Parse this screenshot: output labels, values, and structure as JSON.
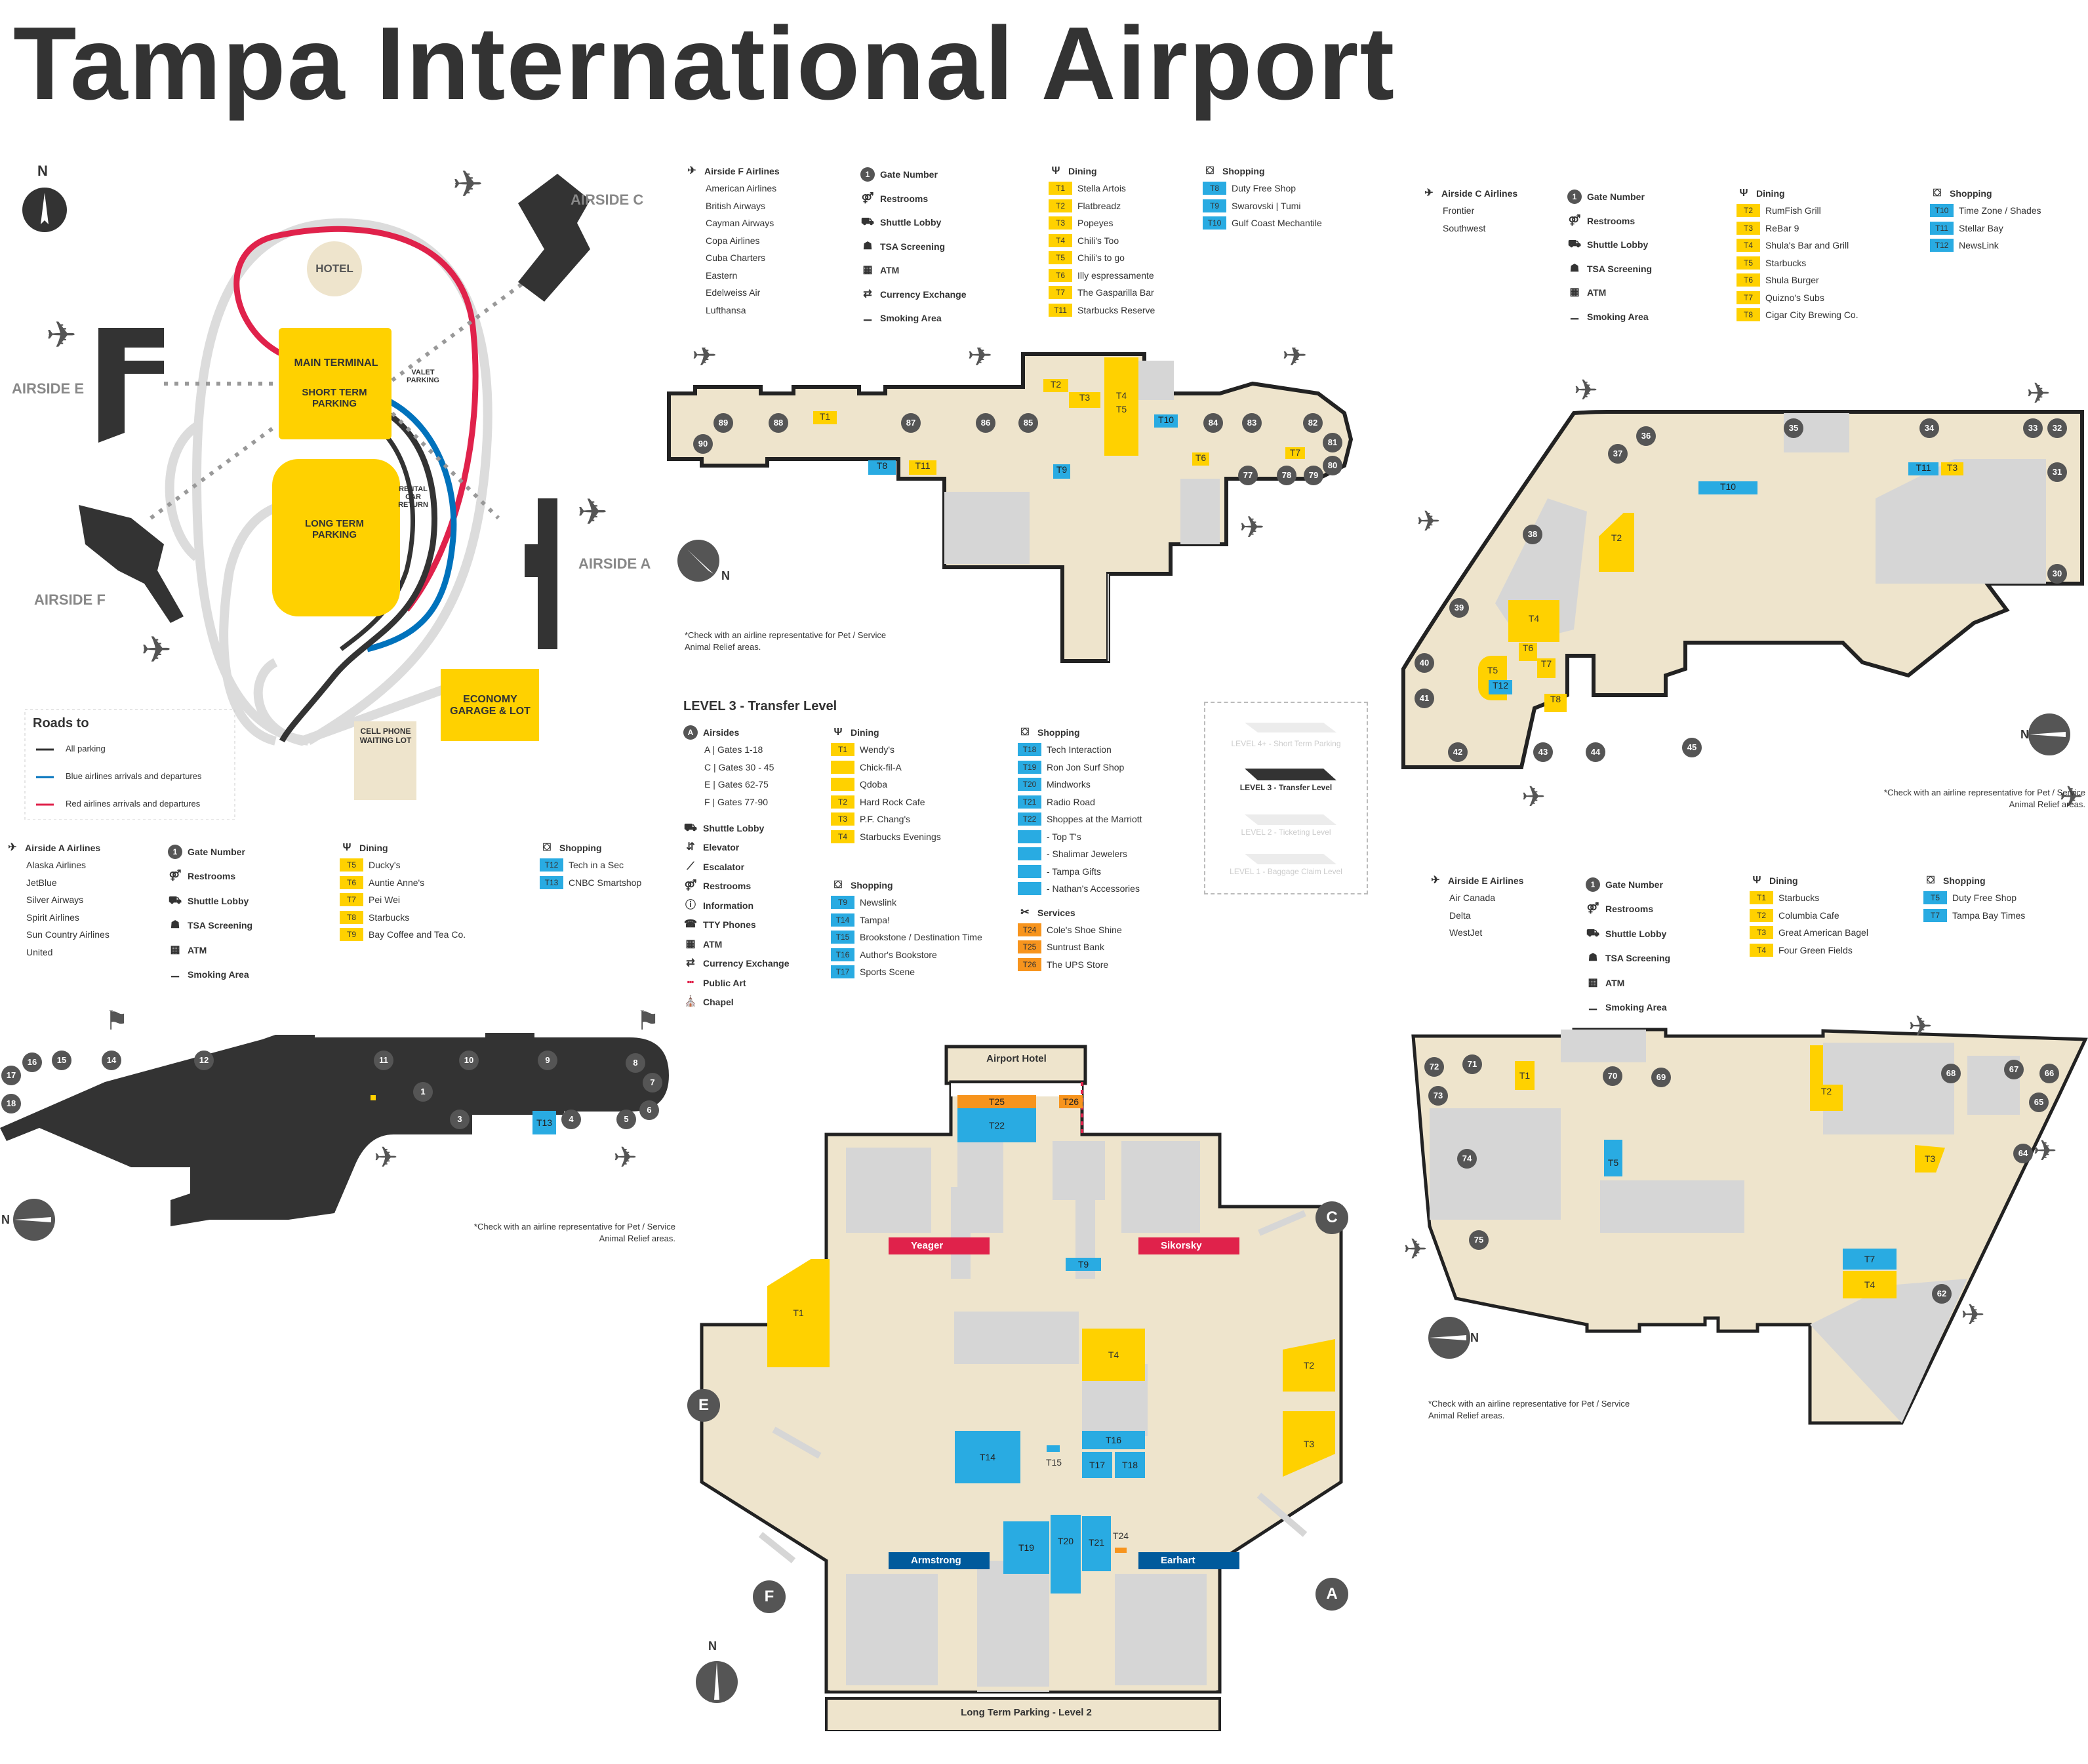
{
  "title": "Tampa International Airport",
  "colors": {
    "dining": "#ffd100",
    "shopping": "#29abe2",
    "services": "#f7941d",
    "floor": "#eee4cc",
    "building": "#333333",
    "red_road": "#e0224b",
    "blue_road": "#0072bc"
  },
  "overview": {
    "north": "N",
    "labels": {
      "airside_c": "AIRSIDE C",
      "airside_e": "AIRSIDE E",
      "airside_a": "AIRSIDE A",
      "airside_f": "AIRSIDE F",
      "hotel": "HOTEL",
      "main_terminal": "MAIN TERMINAL",
      "short_term": "SHORT TERM PARKING",
      "valet": "VALET PARKING",
      "rental": "RENTAL CAR RETURN",
      "long_term": "LONG TERM PARKING",
      "economy": "ECONOMY GARAGE & LOT",
      "cell_phone": "CELL PHONE WAITING LOT"
    },
    "roads_title": "Roads to",
    "roads": [
      {
        "label": "All parking",
        "color": "#333333"
      },
      {
        "label": "Blue airlines arrivals and departures",
        "color": "#0072bc"
      },
      {
        "label": "Red airlines arrivals and departures",
        "color": "#e0224b"
      }
    ]
  },
  "airside_f": {
    "airlines_title": "Airside F Airlines",
    "airlines": [
      "American Airlines",
      "British Airways",
      "Cayman Airways",
      "Copa Airlines",
      "Cuba Charters",
      "Eastern",
      "Edelweiss Air",
      "Lufthansa"
    ],
    "amenities": [
      "Gate Number",
      "Restrooms",
      "Shuttle Lobby",
      "TSA Screening",
      "ATM",
      "Currency Exchange",
      "Smoking Area"
    ],
    "dining_title": "Dining",
    "dining": [
      [
        "T1",
        "Stella Artois"
      ],
      [
        "T2",
        "Flatbreadz"
      ],
      [
        "T3",
        "Popeyes"
      ],
      [
        "T4",
        "Chili's Too"
      ],
      [
        "T5",
        "Chili's to go"
      ],
      [
        "T6",
        "Illy espressamente"
      ],
      [
        "T7",
        "The Gasparilla Bar"
      ],
      [
        "T11",
        "Starbucks Reserve"
      ]
    ],
    "shopping_title": "Shopping",
    "shopping": [
      [
        "T8",
        "Duty Free Shop"
      ],
      [
        "T9",
        "Swarovski | Tumi"
      ],
      [
        "T10",
        "Gulf Coast Mechantile"
      ]
    ],
    "gates": [
      "89",
      "88",
      "87",
      "86",
      "85",
      "84",
      "83",
      "82",
      "81",
      "80",
      "79",
      "78",
      "77",
      "90"
    ],
    "tags": [
      "T1",
      "T2",
      "T3",
      "T4",
      "T5",
      "T6",
      "T7",
      "T8",
      "T9",
      "T10",
      "T11"
    ],
    "north": "N",
    "note": "*Check with an airline representative for Pet / Service Animal Relief areas."
  },
  "airside_c": {
    "airlines_title": "Airside C Airlines",
    "airlines": [
      "Frontier",
      "Southwest"
    ],
    "amenities": [
      "Gate Number",
      "Restrooms",
      "Shuttle Lobby",
      "TSA Screening",
      "ATM",
      "Smoking Area"
    ],
    "dining_title": "Dining",
    "dining": [
      [
        "T2",
        "RumFish Grill"
      ],
      [
        "T3",
        "ReBar 9"
      ],
      [
        "T4",
        "Shula's Bar and Grill"
      ],
      [
        "T5",
        "Starbucks"
      ],
      [
        "T6",
        "Shula Burger"
      ],
      [
        "T7",
        "Quizno's Subs"
      ],
      [
        "T8",
        "Cigar City Brewing Co."
      ]
    ],
    "shopping_title": "Shopping",
    "shopping": [
      [
        "T10",
        "Time Zone / Shades"
      ],
      [
        "T11",
        "Stellar Bay"
      ],
      [
        "T12",
        "NewsLink"
      ]
    ],
    "gates": [
      "36",
      "35",
      "34",
      "33",
      "32",
      "31",
      "30",
      "37",
      "38",
      "39",
      "40",
      "41",
      "42",
      "43",
      "44",
      "45"
    ],
    "tags": [
      "T2",
      "T3",
      "T4",
      "T5",
      "T6",
      "T7",
      "T8",
      "T10",
      "T11",
      "T12"
    ],
    "north": "N",
    "note": "*Check with an airline representative for Pet / Service Animal Relief areas."
  },
  "airside_a": {
    "airlines_title": "Airside A Airlines",
    "airlines": [
      "Alaska Airlines",
      "JetBlue",
      "Silver Airways",
      "Spirit Airlines",
      "Sun Country Airlines",
      "United"
    ],
    "amenities": [
      "Gate Number",
      "Restrooms",
      "Shuttle Lobby",
      "TSA Screening",
      "ATM",
      "Smoking Area"
    ],
    "dining_title": "Dining",
    "dining": [
      [
        "T5",
        "Ducky's"
      ],
      [
        "T6",
        "Auntie Anne's"
      ],
      [
        "T7",
        "Pei Wei"
      ],
      [
        "T8",
        "Starbucks"
      ],
      [
        "T9",
        "Bay Coffee and Tea Co."
      ]
    ],
    "shopping_title": "Shopping",
    "shopping": [
      [
        "T12",
        "Tech in a Sec"
      ],
      [
        "T13",
        "CNBC Smartshop"
      ]
    ],
    "gates": [
      "17",
      "16",
      "15",
      "14",
      "12",
      "11",
      "10",
      "9",
      "8",
      "7",
      "6",
      "5",
      "4",
      "3",
      "1",
      "18"
    ],
    "tags": [
      "T13"
    ],
    "north": "N",
    "note": "*Check with an airline representative for Pet / Service Animal Relief areas."
  },
  "level3": {
    "title": "LEVEL 3 - Transfer Level",
    "airsides_title": "Airsides",
    "airsides": [
      "A | Gates 1-18",
      "C | Gates 30 - 45",
      "E | Gates 62-75",
      "F | Gates 77-90"
    ],
    "amenities": [
      "Shuttle Lobby",
      "Elevator",
      "Escalator",
      "Restrooms",
      "Information",
      "TTY Phones",
      "ATM",
      "Currency Exchange",
      "Public Art",
      "Chapel"
    ],
    "dining_title": "Dining",
    "dining": [
      [
        "T1",
        "Wendy's"
      ],
      [
        "",
        "Chick-fil-A"
      ],
      [
        "",
        "Qdoba"
      ],
      [
        "T2",
        "Hard Rock Cafe"
      ],
      [
        "T3",
        "P.F. Chang's"
      ],
      [
        "T4",
        "Starbucks Evenings"
      ]
    ],
    "shopping_title": "Shopping",
    "shopping": [
      [
        "T9",
        "Newslink"
      ],
      [
        "T14",
        "Tampa!"
      ],
      [
        "T15",
        "Brookstone / Destination Time"
      ],
      [
        "T16",
        "Author's Bookstore"
      ],
      [
        "T17",
        "Sports Scene"
      ]
    ],
    "shopping2_title": "Shopping",
    "shopping2": [
      [
        "T18",
        "Tech Interaction"
      ],
      [
        "T19",
        "Ron Jon Surf Shop"
      ],
      [
        "T20",
        "Mindworks"
      ],
      [
        "T21",
        "Radio Road"
      ],
      [
        "T22",
        "Shoppes at the Marriott"
      ],
      [
        "",
        "- Top T's"
      ],
      [
        "",
        "- Shalimar Jewelers"
      ],
      [
        "",
        "- Tampa Gifts"
      ],
      [
        "",
        "- Nathan's Accessories"
      ]
    ],
    "services_title": "Services",
    "services": [
      [
        "T24",
        "Cole's Shoe Shine"
      ],
      [
        "T25",
        "Suntrust Bank"
      ],
      [
        "T26",
        "The UPS Store"
      ]
    ],
    "levels": [
      "LEVEL 4+ - Short Term Parking",
      "LEVEL 3 - Transfer Level",
      "LEVEL 2 - Ticketing Level",
      "LEVEL 1 - Baggage Claim Level"
    ],
    "map": {
      "airport_hotel": "Airport Hotel",
      "long_term": "Long Term Parking - Level 2",
      "trams": [
        "Yeager",
        "Sikorsky",
        "Armstrong",
        "Earhart"
      ],
      "airside_bubbles": [
        "C",
        "E",
        "F",
        "A"
      ],
      "tags": [
        "T1",
        "T2",
        "T3",
        "T4",
        "T9",
        "T14",
        "T15",
        "T16",
        "T17",
        "T18",
        "T19",
        "T20",
        "T21",
        "T22",
        "T24",
        "T25",
        "T26"
      ],
      "north": "N"
    }
  },
  "airside_e": {
    "airlines_title": "Airside E Airlines",
    "airlines": [
      "Air Canada",
      "Delta",
      "WestJet"
    ],
    "amenities": [
      "Gate Number",
      "Restrooms",
      "Shuttle Lobby",
      "TSA Screening",
      "ATM",
      "Smoking Area"
    ],
    "dining_title": "Dining",
    "dining": [
      [
        "T1",
        "Starbucks"
      ],
      [
        "T2",
        "Columbia Cafe"
      ],
      [
        "T3",
        "Great American Bagel"
      ],
      [
        "T4",
        "Four Green Fields"
      ]
    ],
    "shopping_title": "Shopping",
    "shopping": [
      [
        "T5",
        "Duty Free Shop"
      ],
      [
        "T7",
        "Tampa Bay Times"
      ]
    ],
    "gates": [
      "72",
      "71",
      "73",
      "70",
      "69",
      "68",
      "67",
      "66",
      "65",
      "64",
      "74",
      "75",
      "62"
    ],
    "tags": [
      "T1",
      "T2",
      "T3",
      "T4",
      "T5",
      "T7"
    ],
    "north": "N",
    "note": "*Check with an airline representative for Pet / Service Animal Relief areas."
  }
}
